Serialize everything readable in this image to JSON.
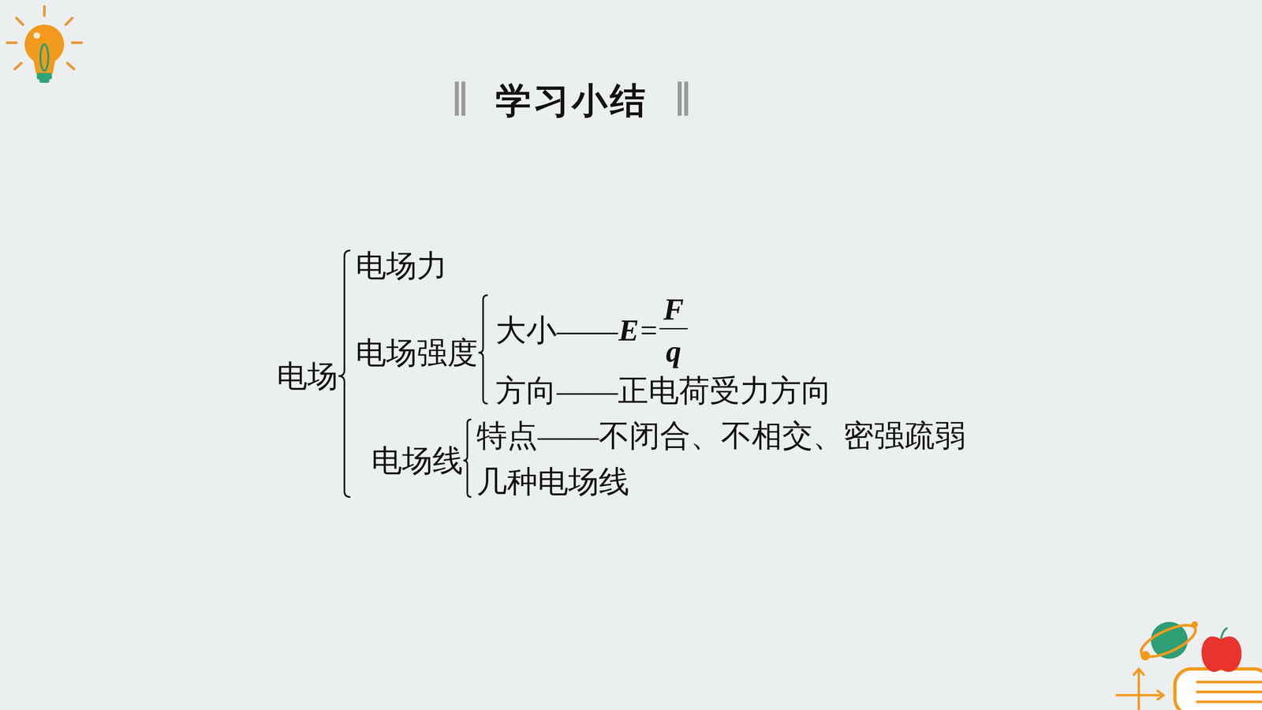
{
  "diagram": {
    "title": "学习小结",
    "labels": [
      "电场",
      "电场力",
      "电场强度",
      "大小——",
      "E",
      "=",
      "F",
      "q",
      "方向——正电荷受力方向",
      "电场线",
      "特点——不闭合、不相交、密强疏弱",
      "几种电场线"
    ]
  }
}
